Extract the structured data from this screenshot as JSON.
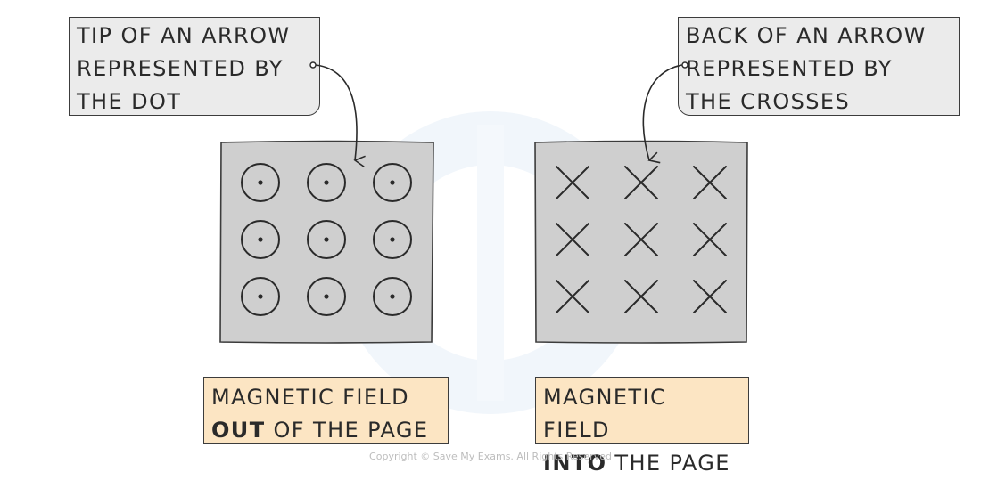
{
  "callouts": {
    "left": {
      "text": "TIP OF AN ARROW\nREPRESENTED BY\nTHE DOT"
    },
    "right": {
      "text": "BACK OF AN ARROW\nREPRESENTED BY\nTHE CROSSES"
    }
  },
  "captions": {
    "left": {
      "line1": "MAGNETIC FIELD",
      "bold": "OUT",
      "rest": " OF THE PAGE"
    },
    "right": {
      "line1": "MAGNETIC FIELD",
      "bold": "INTO",
      "rest": " THE PAGE"
    }
  },
  "panels": {
    "left": {
      "symbol": "dot",
      "rows": 3,
      "cols": 3
    },
    "right": {
      "symbol": "cross",
      "rows": 3,
      "cols": 3
    }
  },
  "colors": {
    "panel_fill": "#cfcfcf",
    "callout_fill": "#ebebeb",
    "caption_fill": "#fce5c3",
    "stroke": "#2a2a2a"
  },
  "footer": "Copyright © Save My Exams. All Rights Reserved"
}
